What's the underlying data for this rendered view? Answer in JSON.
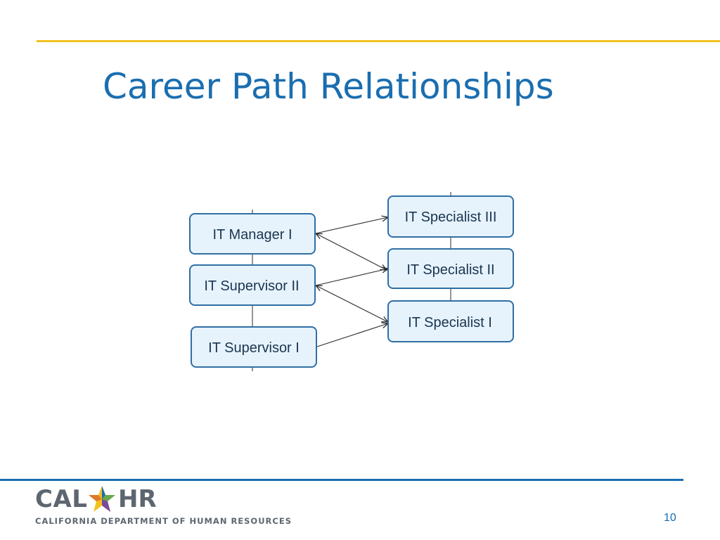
{
  "slide": {
    "title": "Career Path Relationships",
    "page_number": "10"
  },
  "diagram": {
    "left_nodes": [
      "IT Manager I",
      "IT Supervisor II",
      "IT Supervisor I"
    ],
    "right_nodes": [
      "IT Specialist III",
      "IT Specialist II",
      "IT Specialist I"
    ],
    "connections": [
      {
        "from": "IT Specialist II",
        "to": "IT Manager I"
      },
      {
        "from": "IT Manager I",
        "to": "IT Specialist III"
      },
      {
        "from": "IT Specialist I",
        "to": "IT Supervisor II"
      },
      {
        "from": "IT Supervisor II",
        "to": "IT Specialist II"
      },
      {
        "from": "IT Supervisor I",
        "to": "IT Specialist I"
      }
    ]
  },
  "footer": {
    "logo_main_left": "CAL",
    "logo_main_right": "HR",
    "logo_subtitle": "CALIFORNIA DEPARTMENT OF HUMAN RESOURCES"
  },
  "colors": {
    "accent_yellow": "#f2c21d",
    "title_blue": "#1a6eb0",
    "node_fill": "#e6f3fc",
    "node_border": "#2f6fa5"
  }
}
